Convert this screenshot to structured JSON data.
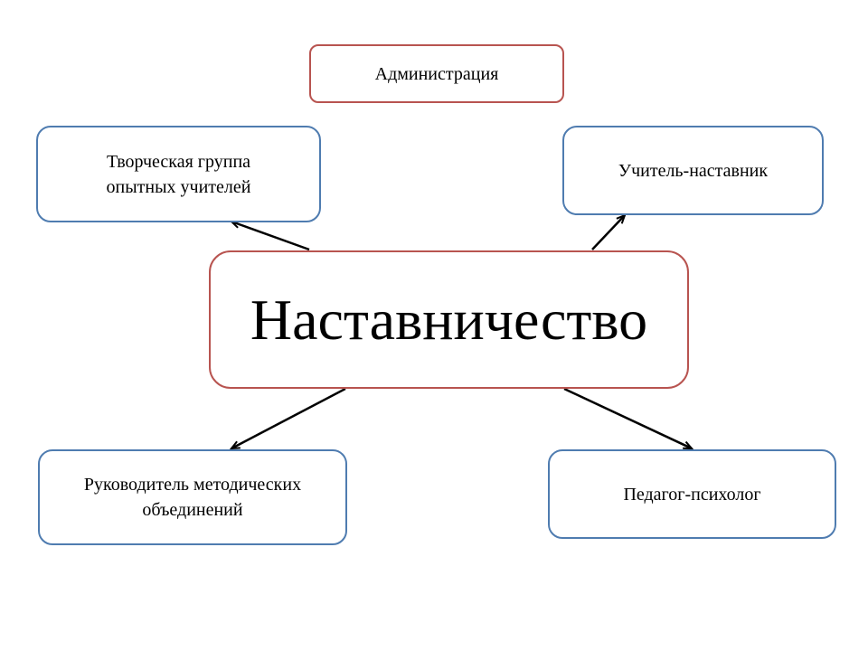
{
  "diagram": {
    "nodes": {
      "administration": {
        "label": "Администрация"
      },
      "creative_group": {
        "line1": "Творческая группа",
        "line2": "опытных учителей"
      },
      "teacher_mentor": {
        "label": "Учитель-наставник"
      },
      "center": {
        "label": "Наставничество"
      },
      "method_heads": {
        "line1": "Руководитель методических",
        "line2": "объединений"
      },
      "psychologist": {
        "label": "Педагог-психолог"
      }
    },
    "edges": [
      {
        "from": "center",
        "to": "creative_group"
      },
      {
        "from": "center",
        "to": "teacher_mentor"
      },
      {
        "from": "center",
        "to": "method_heads"
      },
      {
        "from": "center",
        "to": "psychologist"
      }
    ],
    "colors": {
      "primary_border": "#b85450",
      "secondary_border": "#4f7cb0",
      "arrow": "#000000"
    }
  }
}
